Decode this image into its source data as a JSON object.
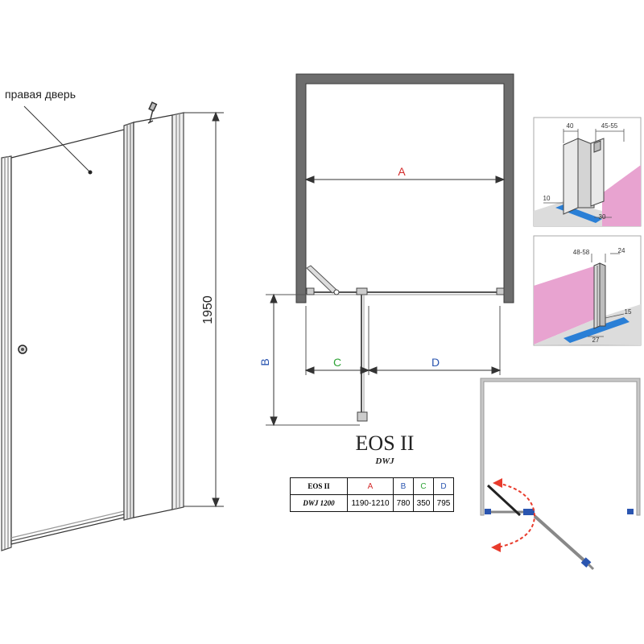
{
  "left_view": {
    "door_label": "правая дверь",
    "height_dim": "1950"
  },
  "plan_view": {
    "dim_a": "A",
    "dim_b": "B",
    "dim_c": "C",
    "dim_d": "D"
  },
  "detail_top": {
    "dim_40": "40",
    "dim_45_55": "45-55",
    "dim_10": "10",
    "dim_30": "30"
  },
  "detail_bottom": {
    "dim_48_58": "48-58",
    "dim_24": "24",
    "dim_15": "15",
    "dim_27": "27"
  },
  "model": {
    "title": "EOS II",
    "subtitle": "DWJ"
  },
  "spec_table": {
    "header": [
      "EOS II",
      "A",
      "B",
      "C",
      "D"
    ],
    "row": [
      "DWJ 1200",
      "1190-1210",
      "780",
      "350",
      "795"
    ]
  },
  "colors": {
    "dim_a": "#d42b2b",
    "dim_b": "#2a55b0",
    "dim_c": "#2ea336",
    "dim_d": "#2a55b0",
    "wall": "#6d6d6d",
    "tile_pink": "#e8a3d0",
    "seal_blue": "#2a7fd6",
    "swing_arrow": "#e83b2c"
  }
}
